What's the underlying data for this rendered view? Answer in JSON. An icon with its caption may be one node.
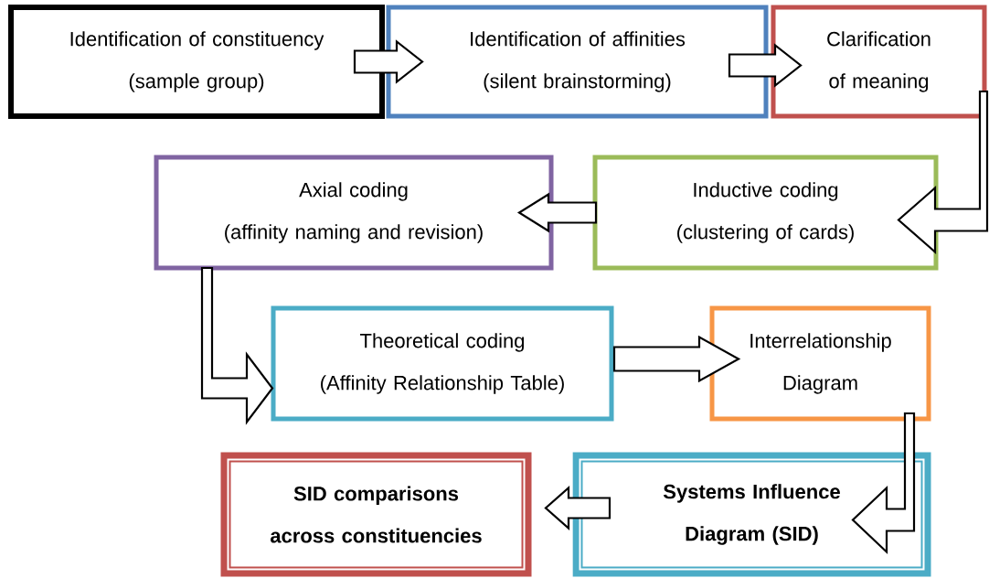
{
  "diagram": {
    "nodes": [
      {
        "text": [
          "Identification of constituency",
          "(sample group)"
        ]
      },
      {
        "text": [
          "Identification of affinities",
          "(silent brainstorming)"
        ]
      },
      {
        "text": [
          "Clarification of meaning"
        ]
      },
      {
        "text": [
          "Axial coding",
          "(affinity naming and revision)"
        ]
      },
      {
        "text": [
          "Inductive coding",
          "(clustering of cards)"
        ]
      },
      {
        "text": [
          "Theoretical coding",
          "(Affinity Relationship Table)"
        ]
      },
      {
        "text": [
          "Interrelationship Diagram"
        ]
      },
      {
        "text": [
          "SID comparisons across constituencies"
        ]
      },
      {
        "text": [
          "Systems Influence Diagram (SID)"
        ]
      }
    ],
    "edges": [
      {
        "from": 0,
        "to": 1,
        "arrow": "to"
      },
      {
        "from": 1,
        "to": 2,
        "arrow": "to"
      },
      {
        "from": 2,
        "to": 4,
        "arrow": "to"
      },
      {
        "from": 4,
        "to": 3,
        "arrow": "to"
      },
      {
        "from": 3,
        "to": 5,
        "arrow": "to"
      },
      {
        "from": 5,
        "to": 6,
        "arrow": "to"
      },
      {
        "from": 6,
        "to": 8,
        "arrow": "to"
      },
      {
        "from": 8,
        "to": 7,
        "arrow": "to"
      }
    ]
  }
}
